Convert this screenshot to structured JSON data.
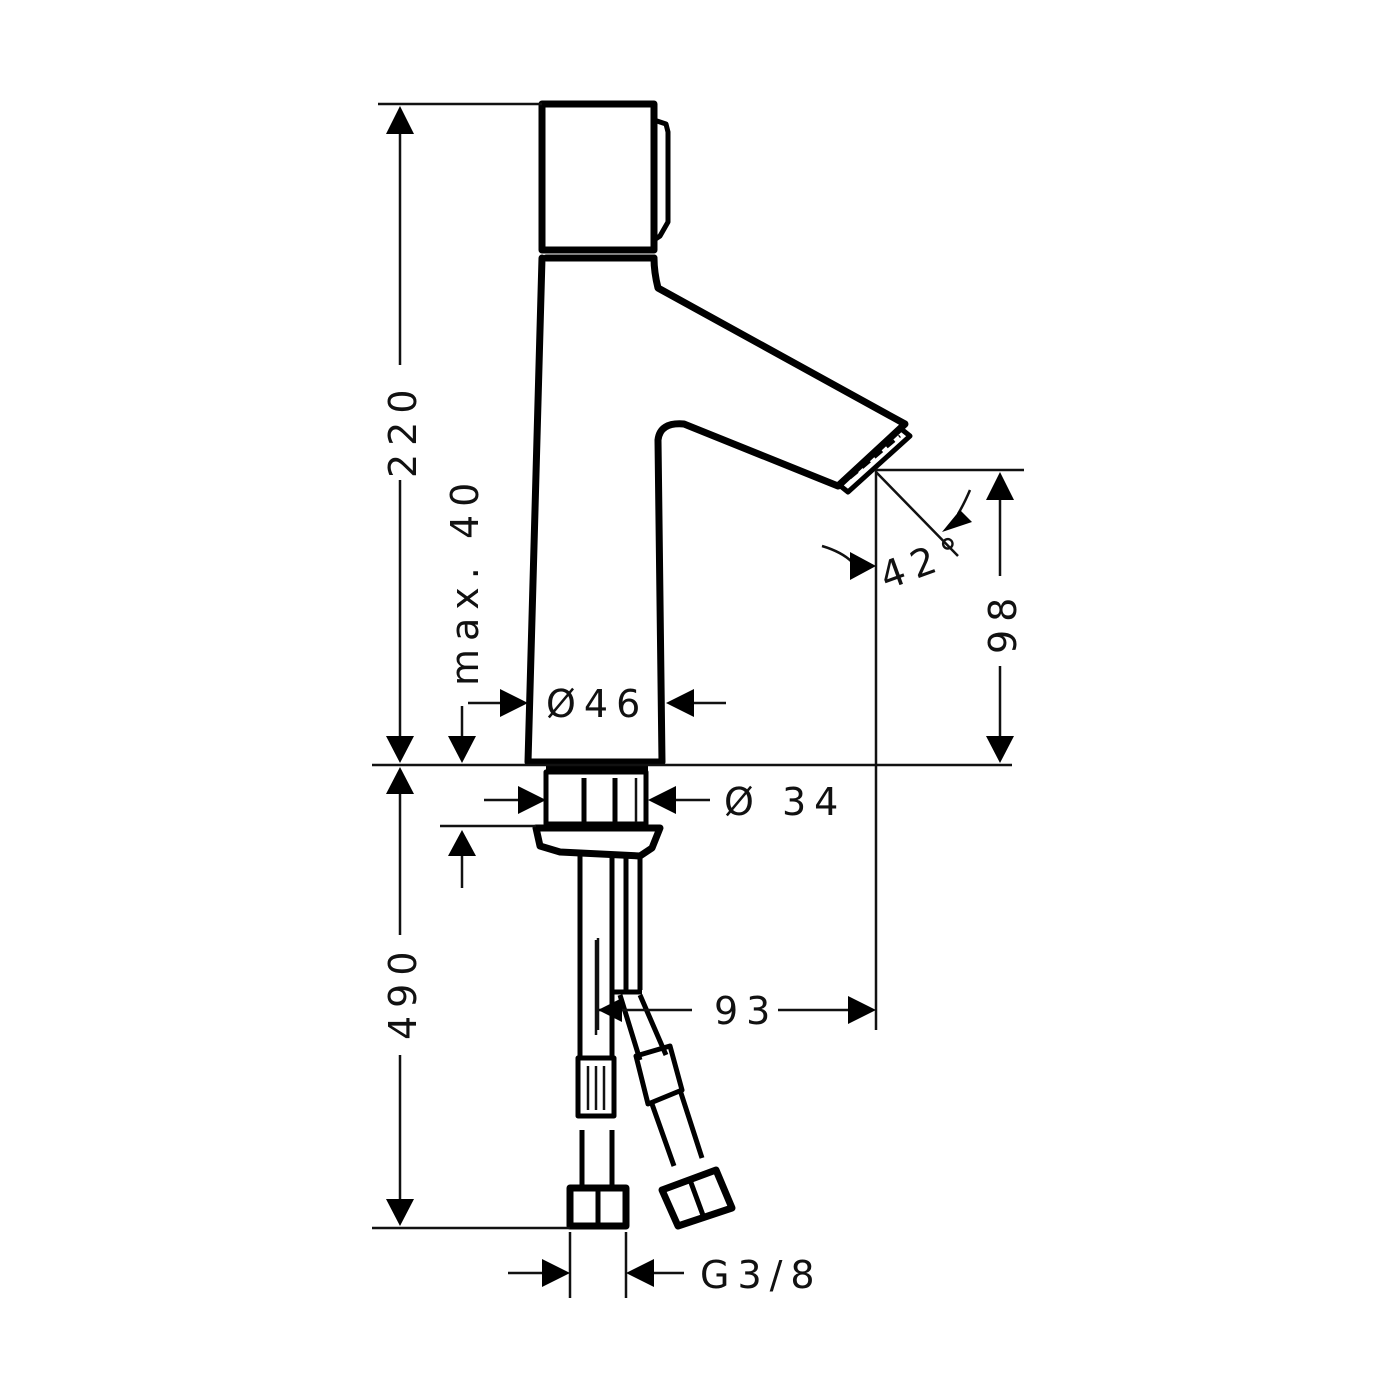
{
  "drawing": {
    "subject": "Single-lever basin faucet technical dimension drawing",
    "line_color": "#000000",
    "background": "#ffffff"
  },
  "dimensions": {
    "total_height": "220",
    "below_deck_hose": "490",
    "max_deck_thickness": "max. 40",
    "body_diameter": "Ø46",
    "shank_diameter": "Ø 34",
    "spout_height": "98",
    "spout_reach": "93",
    "spray_angle": "42°",
    "connection_thread": "G3/8"
  }
}
